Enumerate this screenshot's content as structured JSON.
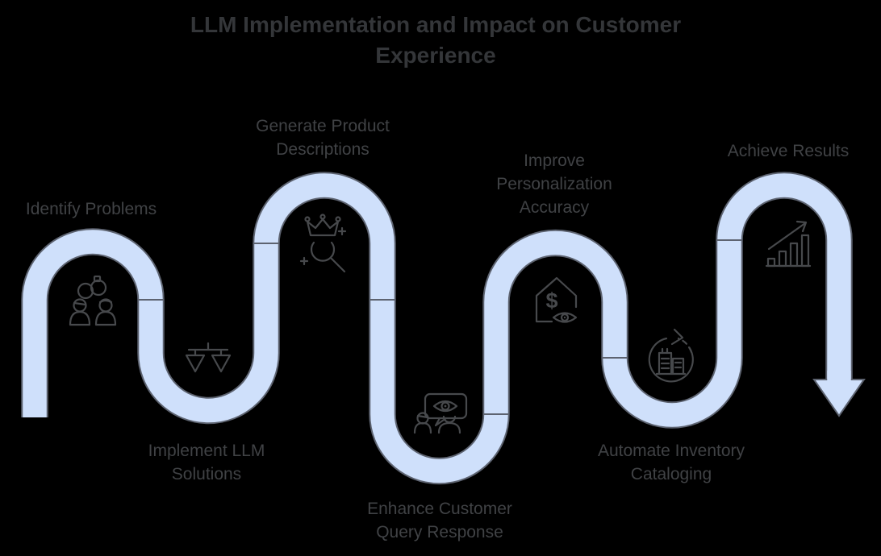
{
  "title": "LLM Implementation and Impact on Customer Experience",
  "diagram_type": "serpentine-journey-flow",
  "flow": {
    "start": "bottom-left",
    "end": "down-arrow"
  },
  "colors": {
    "background": "#000000",
    "path-fill": "#CFE0FB",
    "path-outline": "#5D6370",
    "label-text": "#404245",
    "title-text": "#343639",
    "icon-stroke": "#47494C"
  },
  "stages": [
    {
      "label": "Identify Problems",
      "icon": "people-discussion-icon"
    },
    {
      "label": "Implement LLM Solutions",
      "icon": "balance-scale-icon"
    },
    {
      "label": "Generate Product Descriptions",
      "icon": "crown-magnifier-sparkle-icon"
    },
    {
      "label": "Enhance Customer Query Response",
      "icon": "customer-chat-eye-icon"
    },
    {
      "label": "Improve Personalization Accuracy",
      "icon": "house-dollar-eye-icon"
    },
    {
      "label": "Automate Inventory Cataloging",
      "icon": "inventory-refresh-icon"
    },
    {
      "label": "Achieve Results",
      "icon": "growth-chart-arrow-icon"
    }
  ]
}
